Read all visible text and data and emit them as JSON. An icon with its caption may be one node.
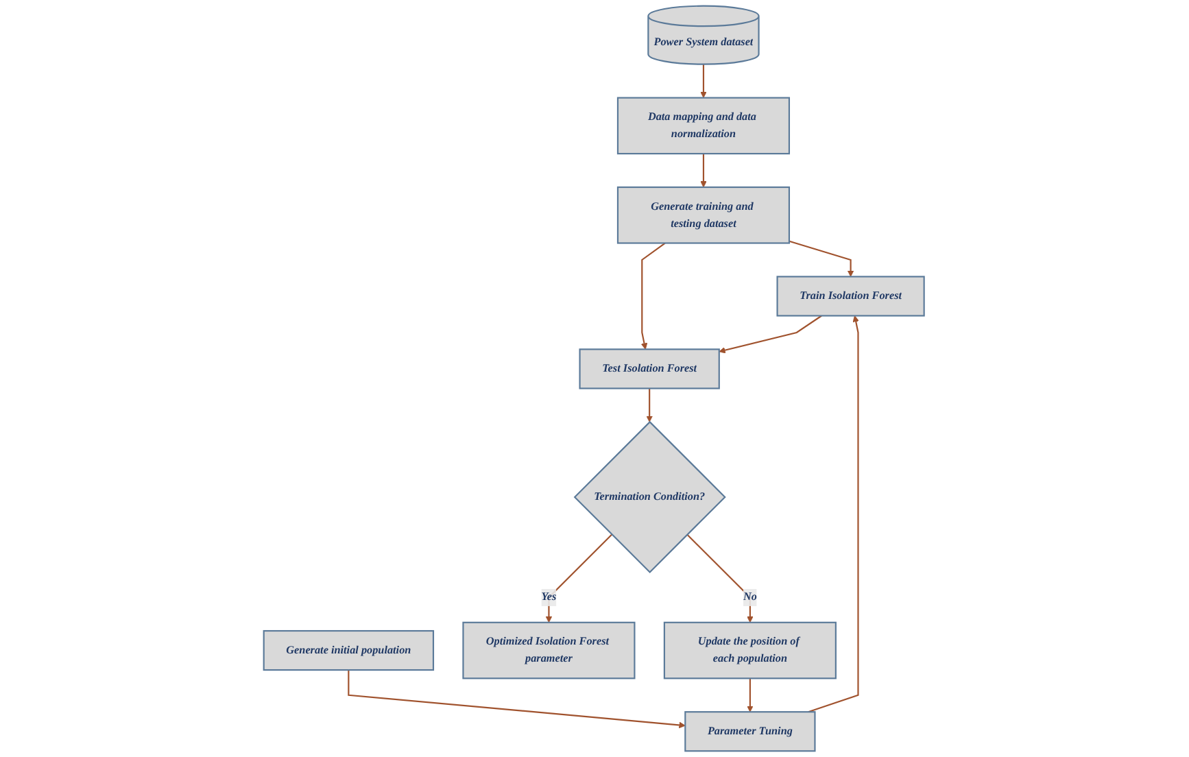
{
  "diagram": {
    "nodes": [
      {
        "text": [
          "Power System dataset"
        ]
      },
      {
        "text": [
          "Data mapping and data normalization"
        ]
      },
      {
        "text": [
          "Generate training and testing dataset"
        ]
      },
      {
        "text": [
          "Generate initial population"
        ]
      },
      {
        "text": [
          "Parameter Tuning"
        ]
      },
      {
        "text": [
          "Train Isolation Forest"
        ]
      },
      {
        "text": [
          "Test Isolation Forest"
        ]
      },
      {
        "text": [
          "Termination Condition?"
        ]
      },
      {
        "text": [
          "Optimized Isolation Forest parameter"
        ]
      },
      {
        "text": [
          "Update the position of each population"
        ]
      }
    ],
    "edges": [
      {
        "from": 0,
        "to": 1,
        "arrow": "to"
      },
      {
        "from": 1,
        "to": 2,
        "arrow": "to"
      },
      {
        "from": 3,
        "to": 4,
        "arrow": "to"
      },
      {
        "from": 2,
        "to": 5,
        "arrow": "to"
      },
      {
        "from": 2,
        "to": 6,
        "arrow": "to"
      },
      {
        "from": 4,
        "to": 5,
        "arrow": "to"
      },
      {
        "from": 5,
        "to": 6,
        "arrow": "to"
      },
      {
        "from": 6,
        "to": 7,
        "arrow": "to"
      },
      {
        "from": 7,
        "to": 8,
        "arrow": "to",
        "label": "Yes"
      },
      {
        "from": 7,
        "to": 9,
        "arrow": "to",
        "label": "No"
      },
      {
        "from": 9,
        "to": 4,
        "arrow": "to"
      }
    ]
  }
}
